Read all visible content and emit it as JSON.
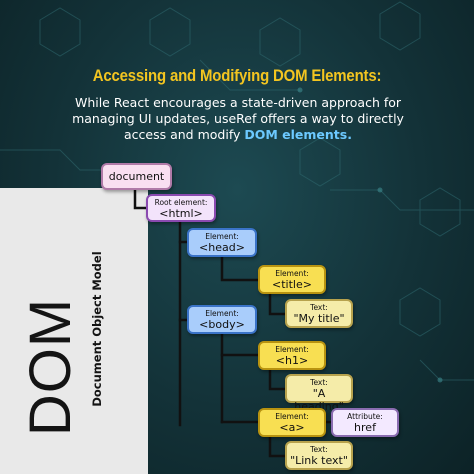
{
  "title": "Accessing and Modifying DOM Elements:",
  "intro": {
    "text": "While React encourages a state-driven approach for managing UI updates, useRef offers a way to directly access and modify ",
    "highlight": "DOM elements",
    "end": "."
  },
  "side_panel": {
    "big_label": "DOM",
    "sub_label": "Document Object Model"
  },
  "tree": {
    "document": {
      "main": "document"
    },
    "html": {
      "small": "Root element:",
      "main": "<html>"
    },
    "head": {
      "small": "Element:",
      "main": "<head>"
    },
    "title_el": {
      "small": "Element:",
      "main": "<title>"
    },
    "title_text": {
      "small": "Text:",
      "main": "\"My title\""
    },
    "body": {
      "small": "Element:",
      "main": "<body>"
    },
    "h1": {
      "small": "Element:",
      "main": "<h1>"
    },
    "h1_text": {
      "small": "Text:",
      "main": "\"A heading\""
    },
    "a": {
      "small": "Element:",
      "main": "<a>"
    },
    "a_attr": {
      "small": "Attribute:",
      "main": "href"
    },
    "a_text": {
      "small": "Text:",
      "main": "\"Link text\""
    }
  },
  "colors": {
    "title": "#f3c520",
    "highlight": "#6cc9ff",
    "panel": "#e9e9e9",
    "element_blue": "#a9cdfb",
    "element_yellow": "#f8df52",
    "text_node": "#f5eca9"
  }
}
